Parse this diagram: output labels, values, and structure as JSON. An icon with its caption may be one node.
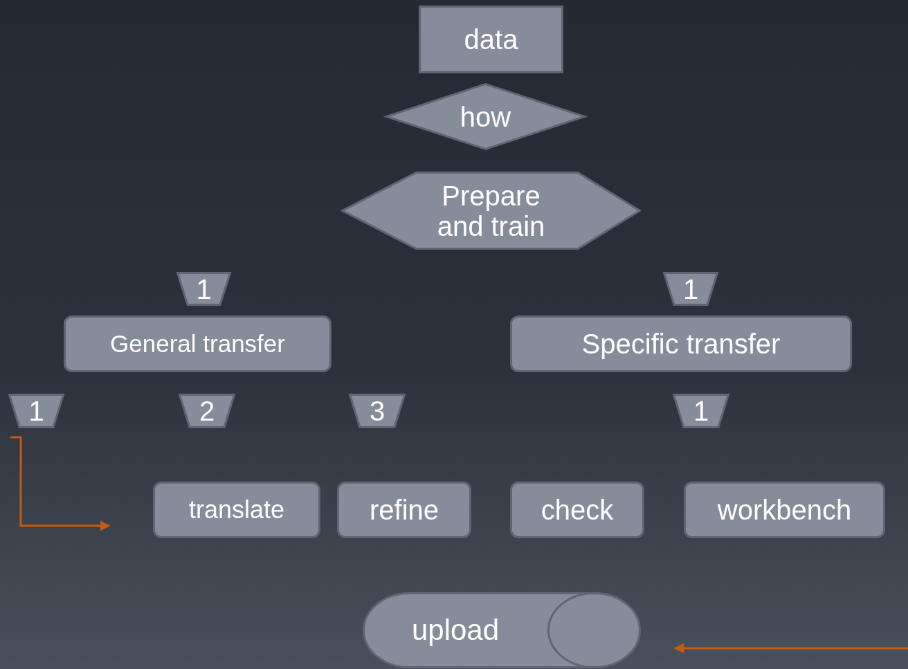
{
  "diagram": {
    "nodes": [
      {
        "text": [
          "data"
        ]
      },
      {
        "text": [
          "how"
        ]
      },
      {
        "text": [
          "Prepare and train"
        ]
      },
      {
        "text": [
          "1"
        ]
      },
      {
        "text": [
          "1"
        ]
      },
      {
        "text": [
          "General  transfer"
        ]
      },
      {
        "text": [
          "Specific transfer"
        ]
      },
      {
        "text": [
          "1"
        ]
      },
      {
        "text": [
          "2"
        ]
      },
      {
        "text": [
          "3"
        ]
      },
      {
        "text": [
          "1"
        ]
      },
      {
        "text": [
          "translate"
        ]
      },
      {
        "text": [
          "refine"
        ]
      },
      {
        "text": [
          "check"
        ]
      },
      {
        "text": [
          "workbench"
        ]
      },
      {
        "text": [
          "upload"
        ]
      }
    ]
  }
}
